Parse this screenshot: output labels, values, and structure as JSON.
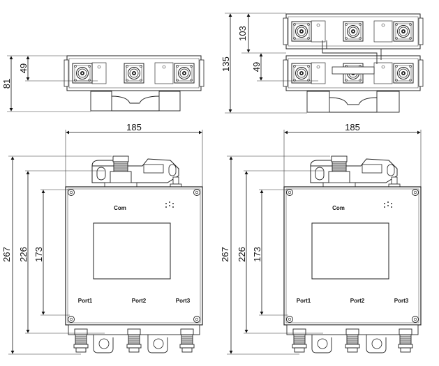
{
  "drawing": {
    "top_left_view": {
      "height_total": "81",
      "height_partial": "49"
    },
    "top_right_view": {
      "height_total": "135",
      "height_upper": "103",
      "height_lower": "49"
    },
    "front_views": [
      {
        "width": "185",
        "height_total": "267",
        "height_mid": "226",
        "height_body": "173",
        "label_top": "Com",
        "label_port1": "Port1",
        "label_port2": "Port2",
        "label_port3": "Port3"
      },
      {
        "width": "185",
        "height_total": "267",
        "height_mid": "226",
        "height_body": "173",
        "label_top": "Com",
        "label_port1": "Port1",
        "label_port2": "Port2",
        "label_port3": "Port3"
      }
    ]
  }
}
